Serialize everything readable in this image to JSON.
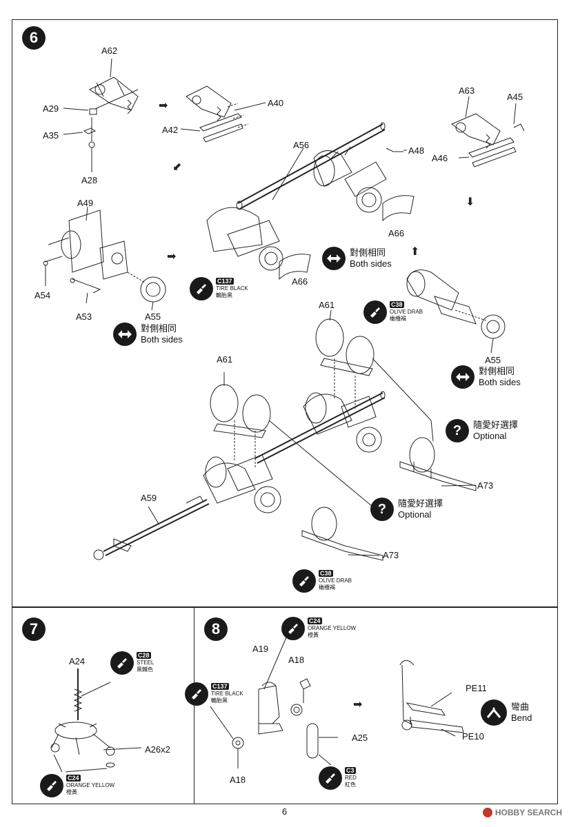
{
  "page_number": "6",
  "watermark": {
    "text": "HOBBY SEARCH"
  },
  "steps": [
    {
      "number": "6"
    },
    {
      "number": "7"
    },
    {
      "number": "8"
    }
  ],
  "parts": {
    "a62": "A62",
    "a29": "A29",
    "a35": "A35",
    "a28": "A28",
    "a40": "A40",
    "a42": "A42",
    "a63": "A63",
    "a45": "A45",
    "a46": "A46",
    "a56": "A56",
    "a48": "A48",
    "a49": "A49",
    "a54": "A54",
    "a53": "A53",
    "a55_left": "A55",
    "a66_top": "A66",
    "a66_bottom": "A66",
    "a61_right": "A61",
    "a55_right": "A55",
    "a61_left": "A61",
    "a59": "A59",
    "a73_right": "A73",
    "a73_bottom": "A73",
    "a24": "A24",
    "a26": "A26x2",
    "a19": "A19",
    "a18_top": "A18",
    "a25": "A25",
    "a18_bottom": "A18",
    "pe11": "PE11",
    "pe10": "PE10"
  },
  "paints": {
    "tire_black_1": {
      "code": "C137",
      "name": "TIRE BLACK",
      "cn": "輪胎黑"
    },
    "olive_drab_1": {
      "code": "C38",
      "name": "OLIVE DRAB",
      "cn": "橄欖褐"
    },
    "olive_drab_2": {
      "code": "C38",
      "name": "OLIVE DRAB",
      "cn": "橄欖褐"
    },
    "steel": {
      "code": "C28",
      "name": "STEEL",
      "cn": "黑鐵色"
    },
    "orange_yellow_1": {
      "code": "C24",
      "name": "ORANGE YELLOW",
      "cn": "橙黃"
    },
    "orange_yellow_2": {
      "code": "C24",
      "name": "ORANGE YELLOW",
      "cn": "橙黃"
    },
    "tire_black_2": {
      "code": "C137",
      "name": "TIRE BLACK",
      "cn": "輪胎黑"
    },
    "red": {
      "code": "C3",
      "name": "RED",
      "cn": "紅色"
    }
  },
  "notes": {
    "both_sides_1": {
      "cn": "對側相同",
      "en": "Both sides"
    },
    "both_sides_2": {
      "cn": "對側相同",
      "en": "Both sides"
    },
    "both_sides_3": {
      "cn": "對側相同",
      "en": "Both sides"
    },
    "optional_1": {
      "cn": "隨愛好選擇",
      "en": "Optional"
    },
    "optional_2": {
      "cn": "隨愛好選擇",
      "en": "Optional"
    },
    "bend": {
      "cn": "彎曲",
      "en": "Bend"
    }
  },
  "colors": {
    "ink": "#1a1a1a",
    "frame": "#222222"
  }
}
